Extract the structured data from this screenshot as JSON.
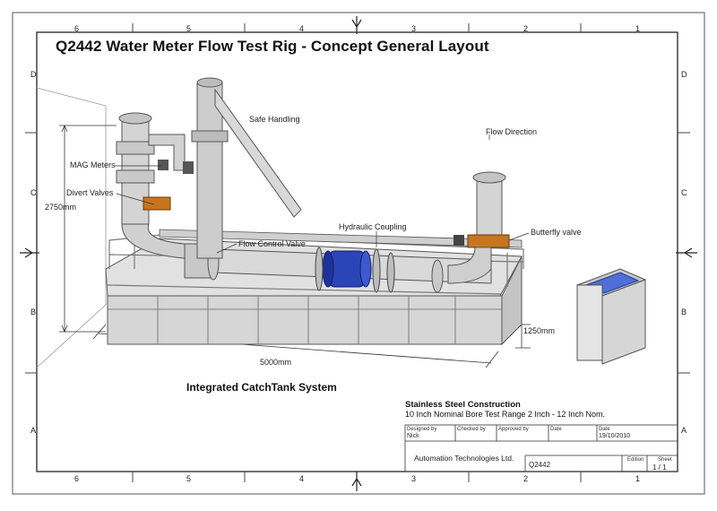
{
  "title": "Q2442 Water Meter Flow Test Rig - Concept General Layout",
  "grid": {
    "columns": [
      "6",
      "5",
      "4",
      "3",
      "2",
      "1"
    ],
    "rows": [
      "D",
      "C",
      "B",
      "A"
    ]
  },
  "labels": {
    "safe_handling": "Safe Handling",
    "flow_direction": "Flow Direction",
    "mag_meters": "MAG Meters",
    "divert_valves": "Divert Valves",
    "height": "2750mm",
    "hydraulic_coupling": "Hydraulic Coupling",
    "butterfly_valve": "Butterfly valve",
    "flow_control_valve": "Flow Control Valve",
    "depth": "1250mm",
    "length": "5000mm"
  },
  "notes": {
    "catchtank": "Integrated CatchTank System",
    "construction": "Stainless Steel Construction",
    "spec": "10 Inch Nominal Bore  Test Range 2 Inch - 12 Inch Nom."
  },
  "title_block": {
    "designed_by_label": "Designed by",
    "designed_by": "Nick",
    "checked_by_label": "Checked by",
    "approved_by_label": "Approved by",
    "date_label": "Date",
    "date_label_2": "Date",
    "date": "19/10/2010",
    "company": "Automation Technologies Ltd.",
    "drawing_no": "Q2442",
    "edition_label": "Edition",
    "sheet_label": "Sheet",
    "sheet": "1 / 1"
  }
}
